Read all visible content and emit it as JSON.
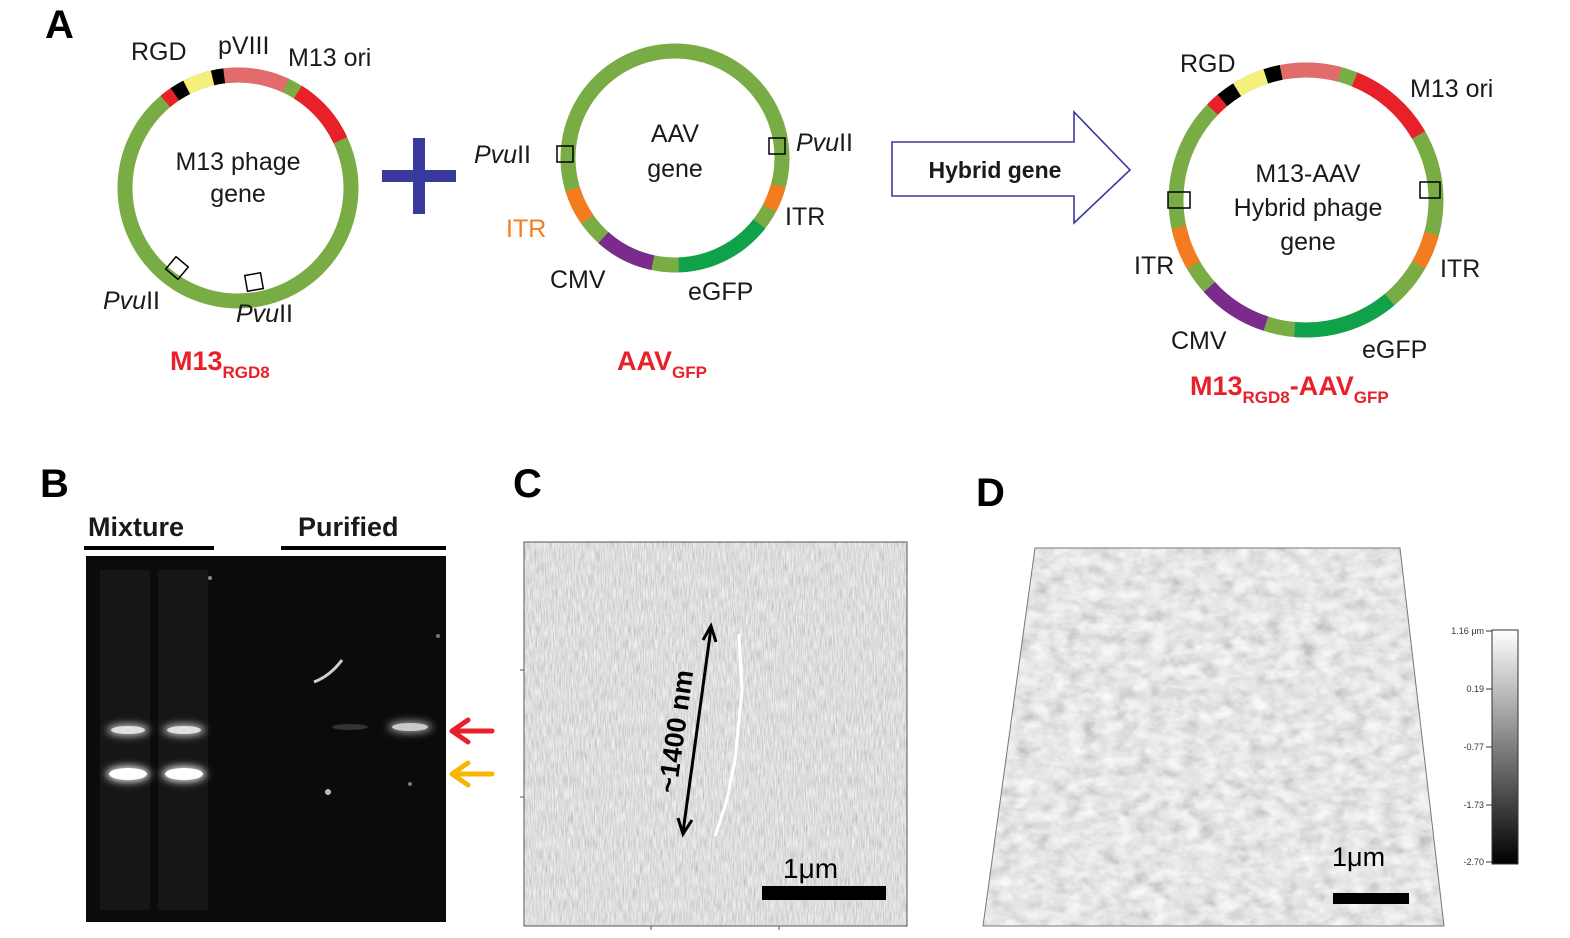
{
  "panels": {
    "a": "A",
    "b": "B",
    "c": "C",
    "d": "D"
  },
  "colors": {
    "backbone": "#7aac45",
    "rgd": "#e8202a",
    "black": "#000000",
    "yellow": "#f5f07a",
    "pviii_pink": "#e26b6b",
    "m13ori": "#e8202a",
    "itr": "#f47c20",
    "cmv": "#7b2a8e",
    "egfp": "#10a24a",
    "plus": "#3a3a9e"
  },
  "m13": {
    "center_label_1": "M13 phage",
    "center_label_2": "gene",
    "rgd": "RGD",
    "pviii": "pVIII",
    "ori": "M13 ori",
    "pvu_italic": "Pvu",
    "pvu_roman": "II",
    "name_main": "M13",
    "name_sub": "RGD8"
  },
  "aav": {
    "center_label_1": "AAV",
    "center_label_2": "gene",
    "pvu_italic": "Pvu",
    "pvu_roman": "II",
    "itr": "ITR",
    "cmv": "CMV",
    "egfp": "eGFP",
    "name_main": "AAV",
    "name_sub": "GFP"
  },
  "arrow": {
    "label": "Hybrid gene"
  },
  "hybrid": {
    "center_label_1": "M13-AAV",
    "center_label_2": "Hybrid phage",
    "center_label_3": "gene",
    "rgd": "RGD",
    "ori": "M13 ori",
    "itr": "ITR",
    "cmv": "CMV",
    "egfp": "eGFP",
    "name_main": "M13",
    "name_sub": "RGD8",
    "name_dash": "-AAV",
    "name_sub2": "GFP"
  },
  "gel": {
    "lane_group_1": "Mixture",
    "lane_group_2": "Purified"
  },
  "afm": {
    "length_label": "~1400 nm",
    "scale_bar": "1μm"
  },
  "afm3d": {
    "scale_bar": "1μm",
    "colorbar_ticks": [
      "1.16 μm",
      "0.19",
      "-0.77",
      "-1.73",
      "-2.70"
    ]
  }
}
